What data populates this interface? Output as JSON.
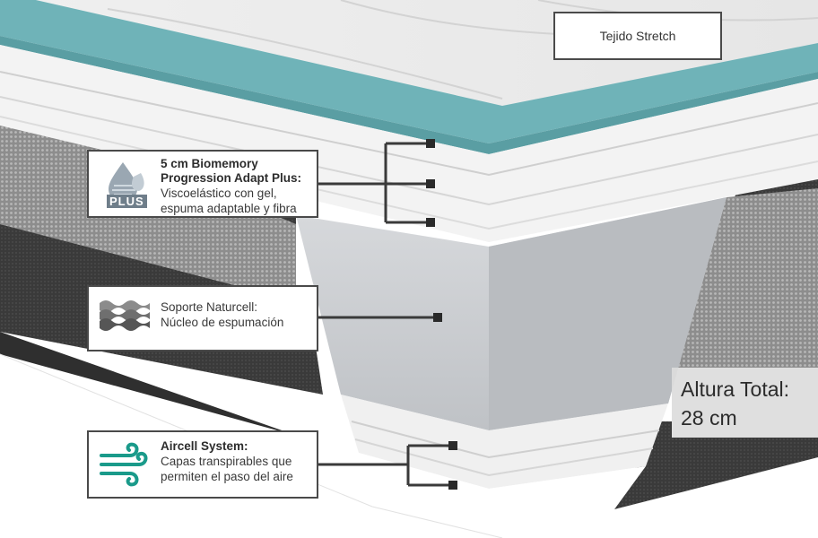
{
  "labels": {
    "fabric": "Tejido Stretch"
  },
  "callouts": {
    "biomemory": {
      "title_line1": "5 cm Biomemory",
      "title_line2": "Progression Adapt Plus:",
      "desc_line1": "Viscoelástico  con gel,",
      "desc_line2": "espuma adaptable y fibra",
      "badge": "PLUS",
      "icon": "droplet-plus-icon"
    },
    "naturcell": {
      "title": "Soporte Naturcell:",
      "desc": "Núcleo de espumación",
      "icon": "foam-waves-icon"
    },
    "aircell": {
      "title": "Aircell System:",
      "desc_line1": "Capas transpirables que",
      "desc_line2": "permiten el paso del aire",
      "icon": "airflow-icon"
    }
  },
  "height": {
    "label": "Altura Total:",
    "value": "28 cm"
  },
  "colors": {
    "gel_layer": "#6fb3b8",
    "foam_core": "#c9cbcf",
    "airflow_icon": "#1a9a8a",
    "border": "#4a4a4a"
  }
}
